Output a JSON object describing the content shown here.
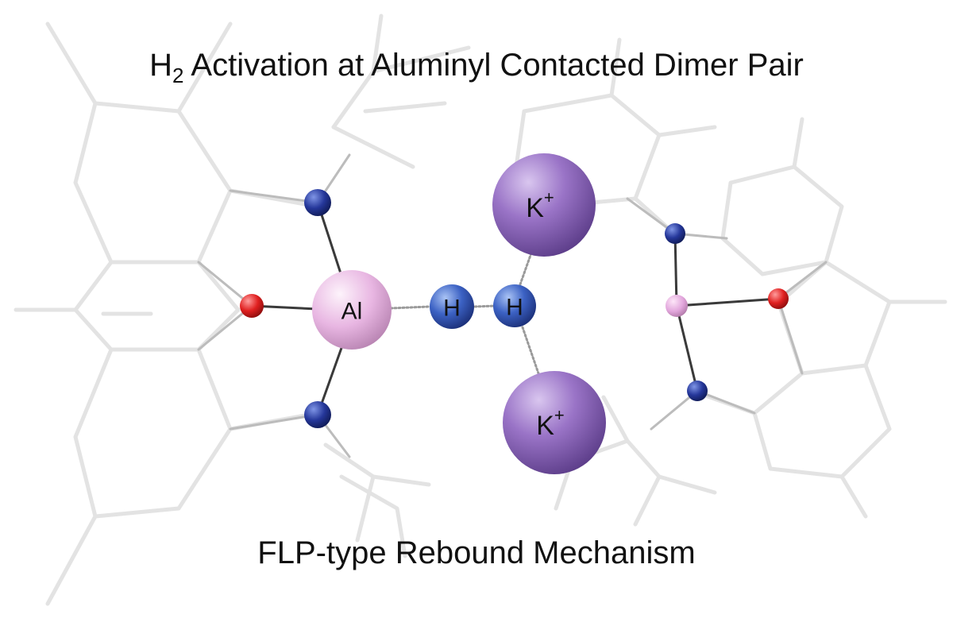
{
  "title": {
    "main": "H",
    "subscript": "2",
    "rest": " Activation at Aluminyl Contacted Dimer Pair"
  },
  "subtitle": "FLP-type Rebound Mechanism",
  "atoms": {
    "aluminium": "Al",
    "hydrogen_1": "H",
    "hydrogen_2": "H",
    "potassium_top": "K",
    "potassium_top_charge": "+",
    "potassium_bottom": "K",
    "potassium_bottom_charge": "+"
  },
  "colors": {
    "aluminium": "#e9b8e3",
    "hydrogen": "#2b4aa0",
    "potassium": "#8a63b8",
    "nitrogen": "#1f2f8a",
    "oxygen": "#d41f1f",
    "frame": "#e3e3e3"
  }
}
